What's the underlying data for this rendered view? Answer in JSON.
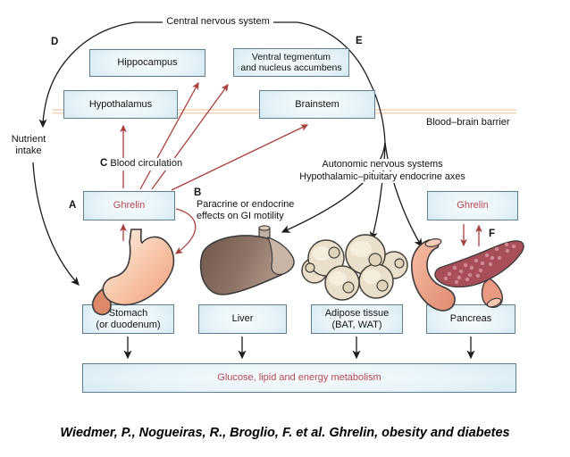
{
  "figure": {
    "cns": "Central nervous system",
    "bbb": "Blood–brain barrier",
    "letters": {
      "a": "A",
      "b": "B",
      "c": "C",
      "d": "D",
      "e": "E",
      "f": "F"
    },
    "nutrient": "Nutrient intake",
    "blood_circulation": "Blood circulation",
    "paracrine1": "Paracrine or endocrine",
    "paracrine2": "effects on GI motility",
    "autonomic1": "Autonomic nervous systems",
    "autonomic2": "Hypothalamic–pituitary endocrine axes",
    "boxes": {
      "hippocampus": "Hippocampus",
      "vta1": "Ventral tegmentum",
      "vta2": "and nucleus accumbens",
      "hypothalamus": "Hypothalamus",
      "brainstem": "Brainstem",
      "ghrelin_left": "Ghrelin",
      "ghrelin_right": "Ghrelin",
      "stomach1": "Stomach",
      "stomach2": "(or duodenum)",
      "liver": "Liver",
      "adipose1": "Adipose tissue",
      "adipose2": "(BAT, WAT)",
      "pancreas": "Pancreas",
      "metabolism": "Glucose, lipid and energy metabolism"
    },
    "citation": "Wiedmer, P., Nogueiras, R., Broglio, F. et al. Ghrelin, obesity and diabetes",
    "colors": {
      "red_accent": "#a8403e",
      "ghrelin_text": "#b5474d",
      "box_border": "#5f7d8c",
      "bbb_line": "#f2d3b6"
    }
  }
}
